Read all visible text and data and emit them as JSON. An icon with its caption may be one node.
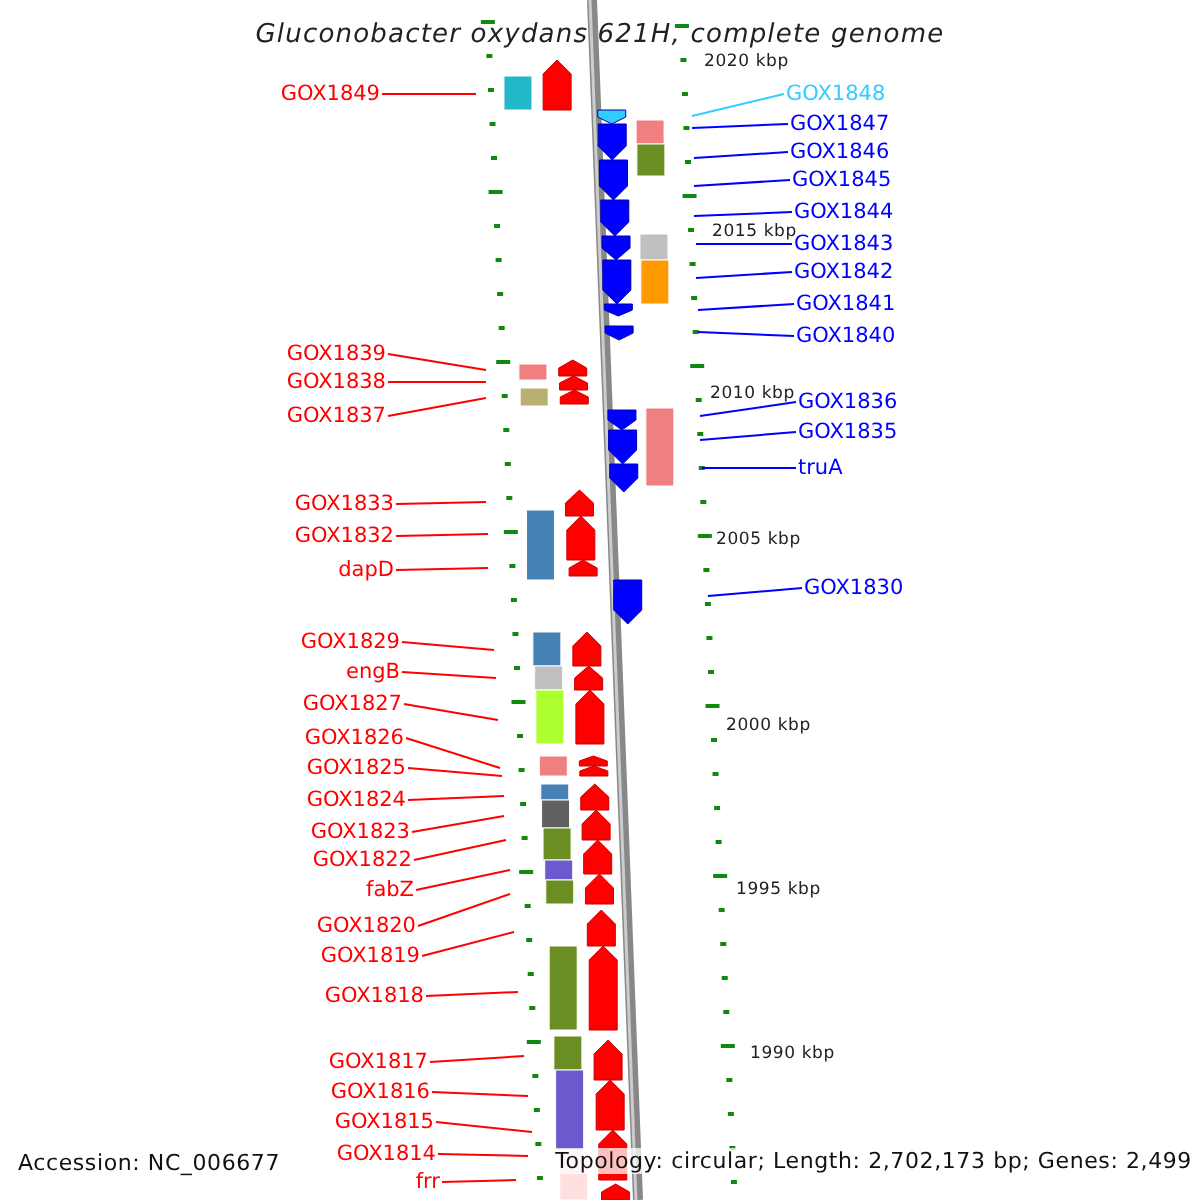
{
  "diagram": {
    "title": "Gluconobacter oxydans 621H, complete genome",
    "nodes": [
      {
        "text": [
          "GOX1849"
        ]
      },
      {
        "text": [
          "GOX1848"
        ]
      },
      {
        "text": [
          "GOX1847"
        ]
      },
      {
        "text": [
          "GOX1846"
        ]
      },
      {
        "text": [
          "GOX1845"
        ]
      },
      {
        "text": [
          "GOX1844"
        ]
      },
      {
        "text": [
          "GOX1843"
        ]
      },
      {
        "text": [
          "GOX1842"
        ]
      },
      {
        "text": [
          "GOX1841"
        ]
      },
      {
        "text": [
          "GOX1840"
        ]
      },
      {
        "text": [
          "GOX1839"
        ]
      },
      {
        "text": [
          "GOX1838"
        ]
      },
      {
        "text": [
          "GOX1836"
        ]
      },
      {
        "text": [
          "GOX1837"
        ]
      },
      {
        "text": [
          "GOX1835"
        ]
      },
      {
        "text": [
          "truA"
        ]
      },
      {
        "text": [
          "GOX1833"
        ]
      },
      {
        "text": [
          "GOX1832"
        ]
      },
      {
        "text": [
          "dapD"
        ]
      },
      {
        "text": [
          "GOX1830"
        ]
      },
      {
        "text": [
          "GOX1829"
        ]
      },
      {
        "text": [
          "engB"
        ]
      },
      {
        "text": [
          "GOX1827"
        ]
      },
      {
        "text": [
          "GOX1826"
        ]
      },
      {
        "text": [
          "GOX1825"
        ]
      },
      {
        "text": [
          "GOX1824"
        ]
      },
      {
        "text": [
          "GOX1823"
        ]
      },
      {
        "text": [
          "GOX1822"
        ]
      },
      {
        "text": [
          "fabZ"
        ]
      },
      {
        "text": [
          "GOX1820"
        ]
      },
      {
        "text": [
          "GOX1819"
        ]
      },
      {
        "text": [
          "GOX1818"
        ]
      },
      {
        "text": [
          "GOX1817"
        ]
      },
      {
        "text": [
          "GOX1816"
        ]
      },
      {
        "text": [
          "GOX1815"
        ]
      },
      {
        "text": [
          "GOX1814"
        ]
      },
      {
        "text": [
          "frr"
        ]
      }
    ],
    "edges": [
      {
        "from": 0,
        "to": null,
        "arrow": "none"
      },
      {
        "from": 1,
        "to": null,
        "arrow": "none",
        "color": "#33ccff"
      },
      {
        "from": 2,
        "to": null,
        "arrow": "none",
        "color": "#0000ff"
      },
      {
        "from": 3,
        "to": null,
        "arrow": "none",
        "color": "#0000ff"
      },
      {
        "from": 4,
        "to": null,
        "arrow": "none",
        "color": "#0000ff"
      },
      {
        "from": 5,
        "to": null,
        "arrow": "none",
        "color": "#0000ff"
      },
      {
        "from": 6,
        "to": null,
        "arrow": "none",
        "color": "#0000ff"
      },
      {
        "from": 7,
        "to": null,
        "arrow": "none",
        "color": "#0000ff"
      },
      {
        "from": 8,
        "to": null,
        "arrow": "none",
        "color": "#0000ff"
      },
      {
        "from": 9,
        "to": null,
        "arrow": "none",
        "color": "#0000ff"
      },
      {
        "from": 10,
        "to": null,
        "arrow": "none"
      },
      {
        "from": 11,
        "to": null,
        "arrow": "none"
      },
      {
        "from": 12,
        "to": null,
        "arrow": "none",
        "color": "#0000ff"
      },
      {
        "from": 13,
        "to": null,
        "arrow": "none"
      },
      {
        "from": 14,
        "to": null,
        "arrow": "none",
        "color": "#0000ff"
      },
      {
        "from": 15,
        "to": null,
        "arrow": "none",
        "color": "#0000ff"
      },
      {
        "from": 16,
        "to": null,
        "arrow": "none"
      },
      {
        "from": 17,
        "to": null,
        "arrow": "none"
      },
      {
        "from": 18,
        "to": null,
        "arrow": "none"
      },
      {
        "from": 19,
        "to": null,
        "arrow": "none",
        "color": "#0000ff"
      },
      {
        "from": 20,
        "to": null,
        "arrow": "none"
      },
      {
        "from": 21,
        "to": null,
        "arrow": "none"
      },
      {
        "from": 22,
        "to": null,
        "arrow": "none"
      },
      {
        "from": 23,
        "to": null,
        "arrow": "none"
      },
      {
        "from": 24,
        "to": null,
        "arrow": "none"
      },
      {
        "from": 25,
        "to": null,
        "arrow": "none"
      },
      {
        "from": 26,
        "to": null,
        "arrow": "none"
      },
      {
        "from": 27,
        "to": null,
        "arrow": "none"
      },
      {
        "from": 28,
        "to": null,
        "arrow": "none"
      },
      {
        "from": 29,
        "to": null,
        "arrow": "none"
      },
      {
        "from": 30,
        "to": null,
        "arrow": "none"
      },
      {
        "from": 31,
        "to": null,
        "arrow": "none"
      },
      {
        "from": 32,
        "to": null,
        "arrow": "none"
      },
      {
        "from": 33,
        "to": null,
        "arrow": "none"
      },
      {
        "from": 34,
        "to": null,
        "arrow": "none"
      },
      {
        "from": 35,
        "to": null,
        "arrow": "none"
      },
      {
        "from": 36,
        "to": null,
        "arrow": "none"
      }
    ],
    "labels": [
      "2020 kbp",
      "2015 kbp",
      "2010 kbp",
      "2005 kbp",
      "2000 kbp",
      "1995 kbp",
      "1990 kbp",
      "Accession: NC_006677",
      "Topology: circular; Length: 2,702,173 bp; Genes: 2,499"
    ]
  }
}
